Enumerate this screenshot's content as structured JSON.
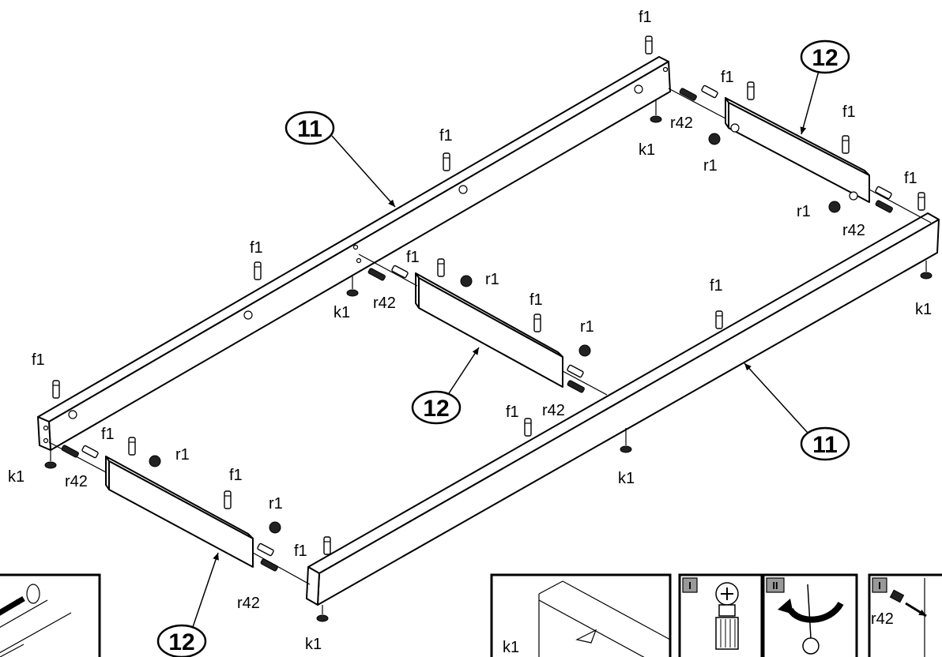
{
  "parts": {
    "long_rail": "11",
    "short_rail": "12"
  },
  "fittings": {
    "dowel": "f1",
    "foot": "k1",
    "cam": "r1",
    "bolt": "r42"
  },
  "insets": {
    "step_one": "I",
    "step_two": "II"
  }
}
